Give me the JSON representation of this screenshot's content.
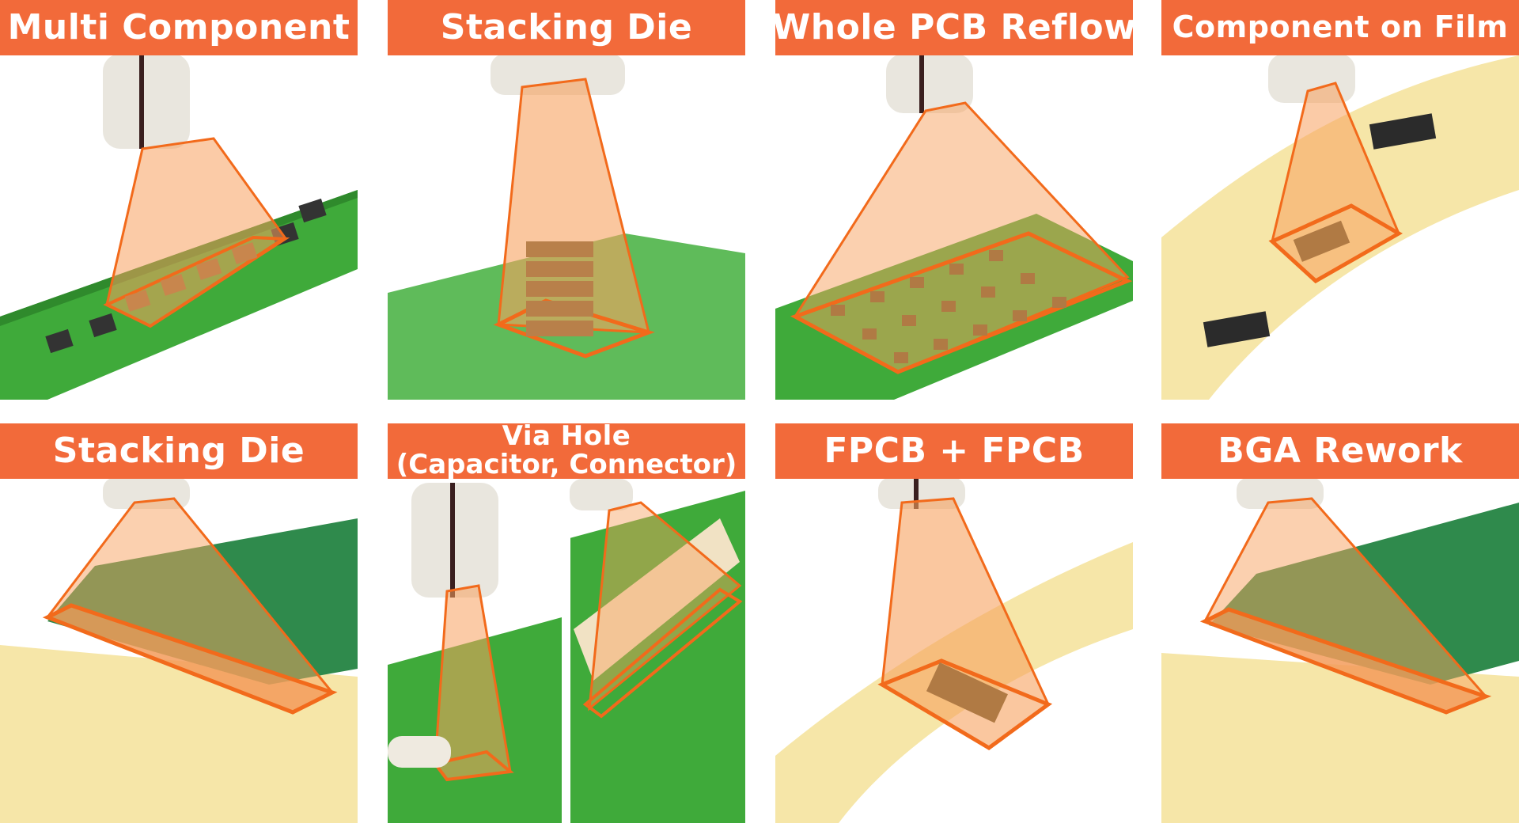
{
  "tiles": [
    {
      "title": "Multi Component"
    },
    {
      "title": "Stacking Die"
    },
    {
      "title": "Whole PCB Reflow"
    },
    {
      "title": "Component on Film"
    },
    {
      "title": "Stacking Die"
    },
    {
      "title": "Via Hole",
      "subtitle": "(Capacitor, Connector)"
    },
    {
      "title": "FPCB + FPCB"
    },
    {
      "title": "BGA Rework"
    }
  ],
  "colors": {
    "banner": "#f26a3a",
    "laser_fill": "#f7a15f",
    "laser_edge": "#f26a1b",
    "pcb_green": "#3faa3a",
    "film_yellow": "#f6e6a8",
    "head": "#e9e6de"
  }
}
